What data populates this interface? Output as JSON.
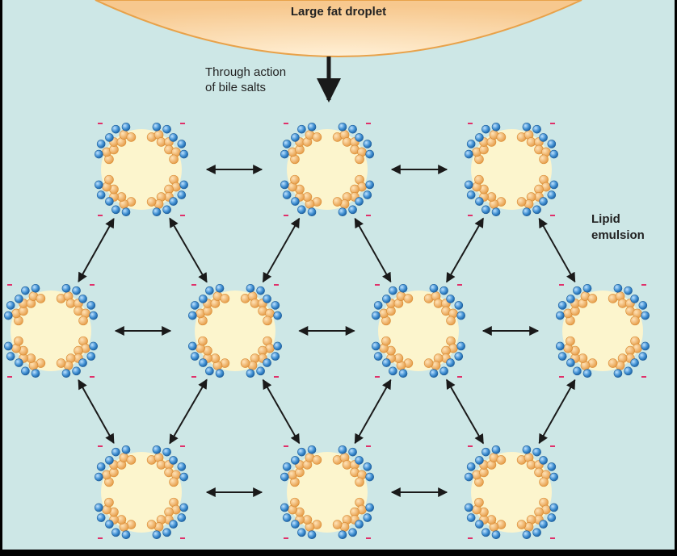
{
  "labels": {
    "large_fat_droplet": "Large fat droplet",
    "through_action_line1": "Through action",
    "through_action_line2": "of bile salts",
    "lipid_line1": "Lipid",
    "lipid_line2": "emulsion"
  },
  "colors": {
    "background": "#cde7e6",
    "droplet_fill": "#fdd9a5",
    "droplet_outline": "#e8a24a",
    "emulsion_droplet": "#fcf5cd",
    "bile_salt_body": "#f2b46a",
    "bile_salt_head": "#3f8fd2",
    "negative_charge": "#e0306a",
    "arrow": "#1a1a1a"
  },
  "emulsion": {
    "row_droplet_counts": [
      3,
      4,
      3
    ],
    "horizontal_arrow": "double-headed",
    "diagonal_arrow": "double-headed"
  }
}
